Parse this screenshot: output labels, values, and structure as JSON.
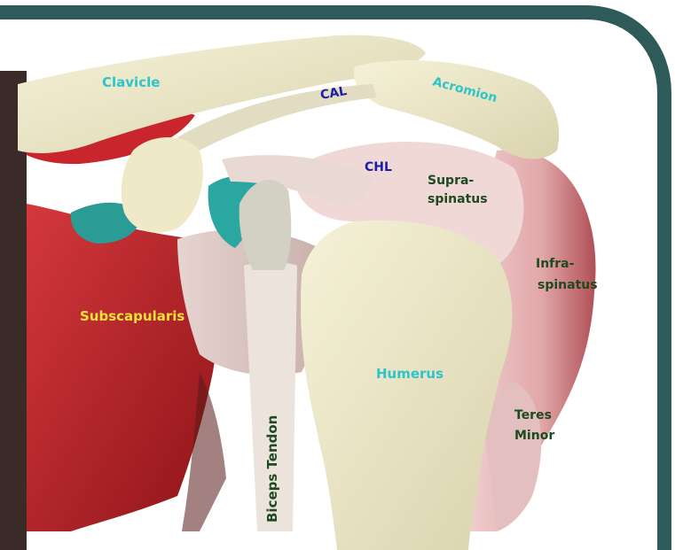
{
  "labels": {
    "clavicle": "Clavicle",
    "cal": "CAL",
    "acromion": "Acromion",
    "chl": "CHL",
    "supraspinatus_line1": "Supra-",
    "supraspinatus_line2": "spinatus",
    "infraspinatus_line1": "Infra-",
    "infraspinatus_line2": "spinatus",
    "subscapularis": "Subscapularis",
    "humerus": "Humerus",
    "teres_minor_line1": "Teres",
    "teres_minor_line2": "Minor",
    "biceps_tendon": "Biceps Tendon"
  },
  "colors": {
    "frame": "#2f5a5a",
    "background": "#ffffff",
    "muscle": "#c8262c",
    "bone": "#ebe6c4",
    "cartilage": "#2a9b95",
    "tendon": "#d8d0c8",
    "label_cyan": "#2ec4c9",
    "label_blue": "#1b1fa8",
    "label_green": "#1d4a1e",
    "label_yellow": "#f2e23a"
  }
}
